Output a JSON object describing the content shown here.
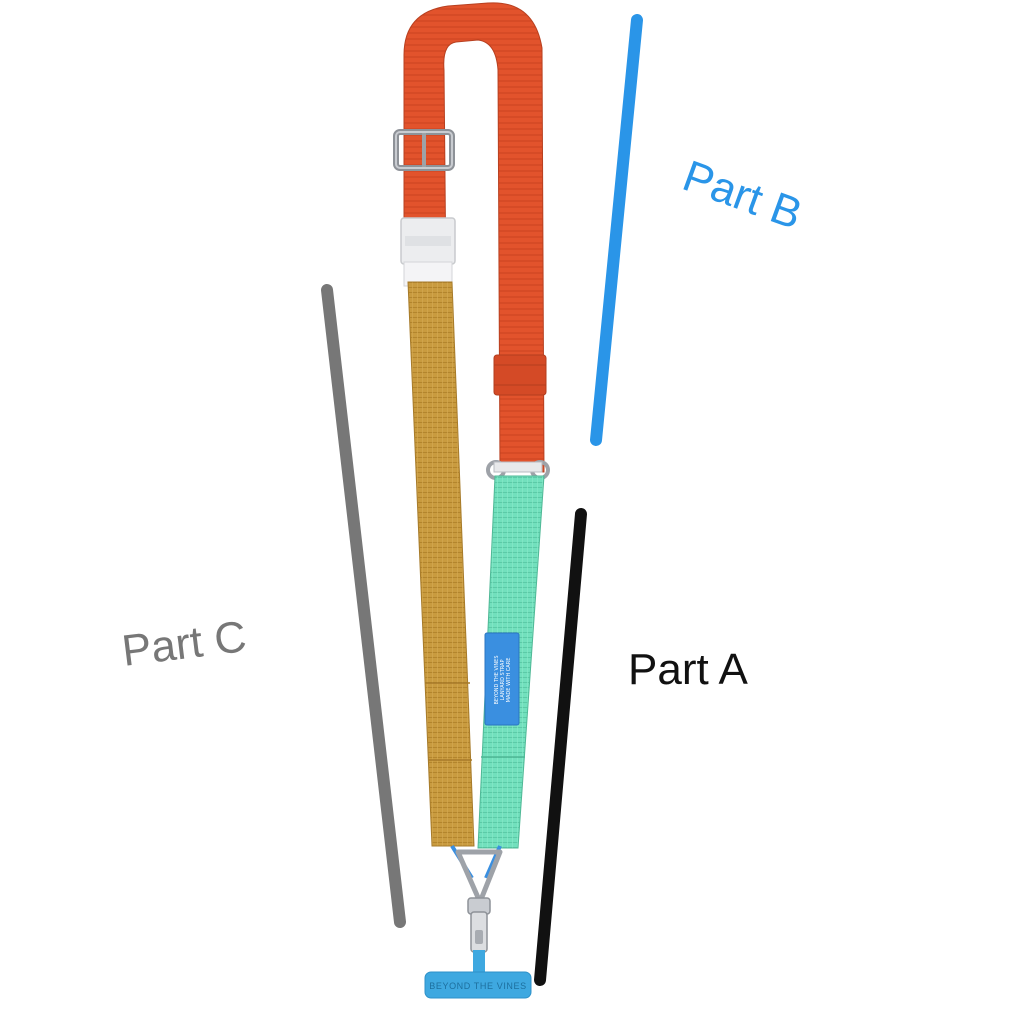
{
  "labels": {
    "part_a": "Part A",
    "part_b": "Part B",
    "part_c": "Part C"
  },
  "product": {
    "connector_text": "BEYOND THE VINES",
    "tag_lines": [
      "BEYOND THE VINES",
      "LANYARD STRAP",
      "MADE WITH CARE"
    ]
  },
  "colors": {
    "part_a": "#111111",
    "part_b": "#2a95e8",
    "part_c": "#777777",
    "strap_orange": "#e2532c",
    "strap_mustard": "#c99b3f",
    "strap_mint": "#72e0bd",
    "tag_blue": "#3a8fe0",
    "connector_blue": "#3ea8e0",
    "metal": "#b9bcc2"
  }
}
